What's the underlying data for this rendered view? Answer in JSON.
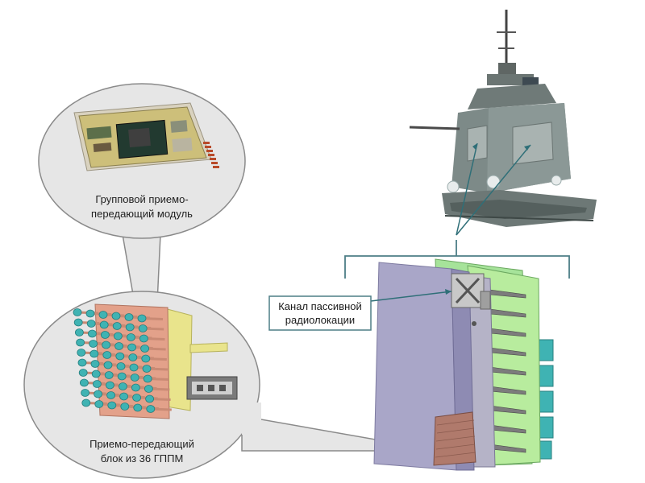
{
  "labels": {
    "group_module_line1": "Групповой приемо-",
    "group_module_line2": "передающий модуль",
    "tr_block_line1": "Приемо-передающий",
    "tr_block_line2": "блок из 36 ГППМ",
    "passive_channel_line1": "Канал пассивной",
    "passive_channel_line2": "радиолокации"
  },
  "colors": {
    "bubble_fill": "#e6e6e6",
    "bubble_stroke": "#8a8a8a",
    "bracket": "#4d7e86",
    "callout_box_border": "#4d7e86",
    "panel_purple": "#a9a6c8",
    "panel_green": "#a6e39a",
    "module_cyan": "#3fb3b3",
    "module_pink": "#e3a18a",
    "module_yellow": "#e9e48c",
    "ship_gray": "#7d8a88"
  }
}
